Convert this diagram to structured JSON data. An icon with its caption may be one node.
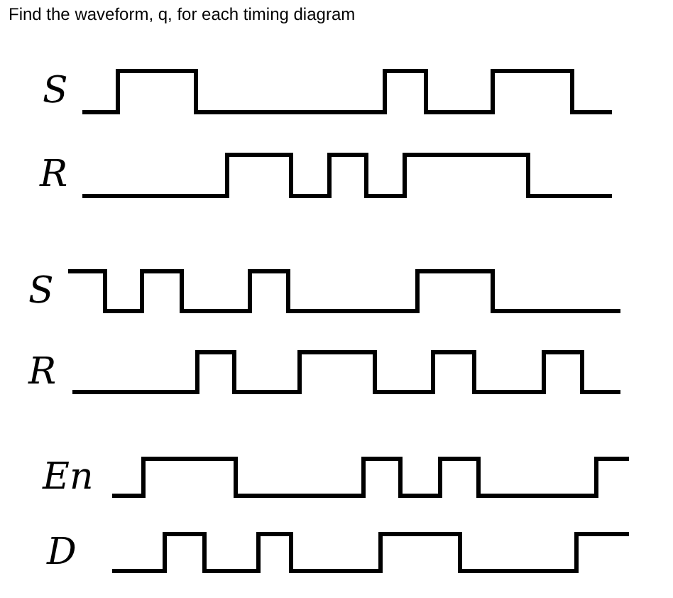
{
  "diagram": {
    "title": "Find the waveform, q, for each timing diagram",
    "labels": [
      "S",
      "R",
      "S",
      "R",
      "En",
      "D"
    ]
  }
}
